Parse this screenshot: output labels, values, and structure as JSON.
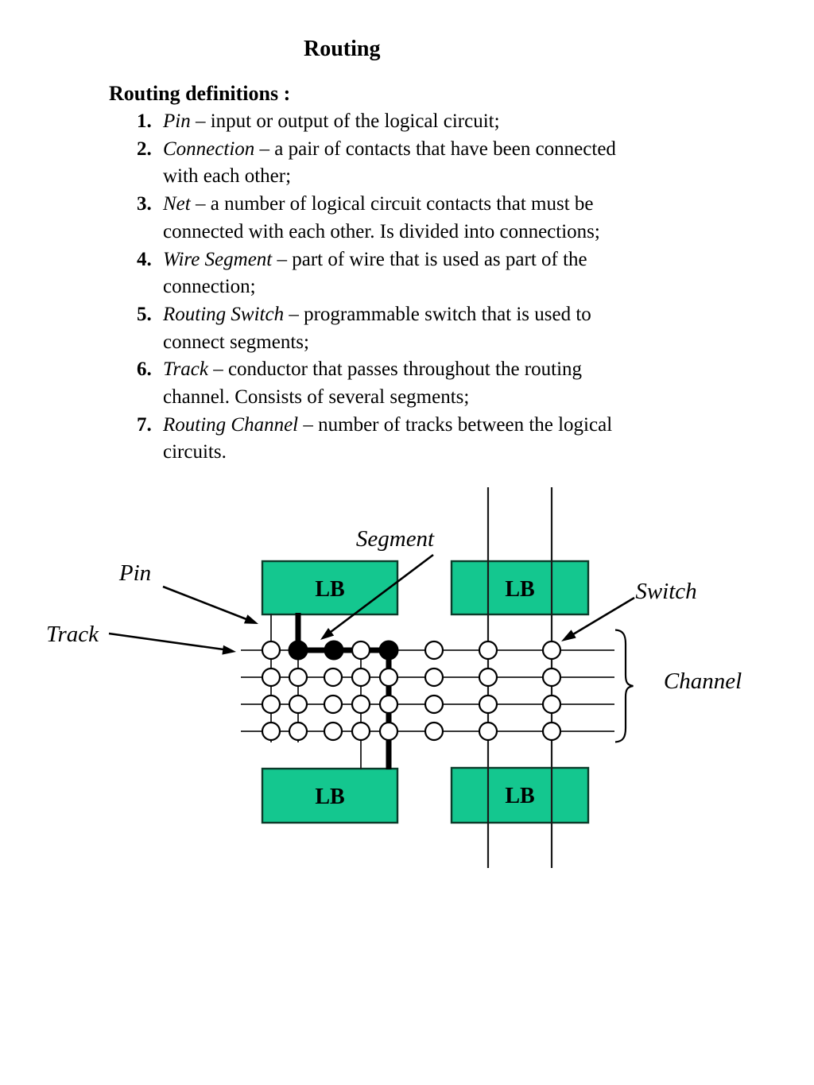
{
  "content": {
    "title": "Routing",
    "heading": "Routing definitions :",
    "items": [
      {
        "num": "1.",
        "term": "Pin",
        "text1": "– input or output of the logical circuit;",
        "text2": ""
      },
      {
        "num": "2.",
        "term": "Connection",
        "text1": "– a pair of contacts that have been connected",
        "text2": "with each other;"
      },
      {
        "num": "3.",
        "term": "Net",
        "text1": "– a number of logical circuit contacts that must be",
        "text2": "connected with each other. Is divided into connections;"
      },
      {
        "num": "4.",
        "term": "Wire Segment",
        "text1": "– part of wire that is used as part of the",
        "text2": "connection;"
      },
      {
        "num": "5.",
        "term": "Routing Switch",
        "text1": "– programmable switch that is used to",
        "text2": "connect segments;"
      },
      {
        "num": "6.",
        "term": "Track",
        "text1": "– conductor that passes throughout the routing",
        "text2": "channel. Consists of several segments;"
      },
      {
        "num": "7.",
        "term": "Routing Channel",
        "text1": "– number of tracks between the logical",
        "text2": "circuits."
      }
    ]
  },
  "diagram": {
    "labels": {
      "pin": "Pin",
      "track": "Track",
      "segment": "Segment",
      "switch": "Switch",
      "channel": "Channel"
    },
    "lb_labels": [
      "LB",
      "LB",
      "LB",
      "LB"
    ],
    "colors": {
      "lb_fill": "#14C78F",
      "line": "#000000"
    }
  }
}
